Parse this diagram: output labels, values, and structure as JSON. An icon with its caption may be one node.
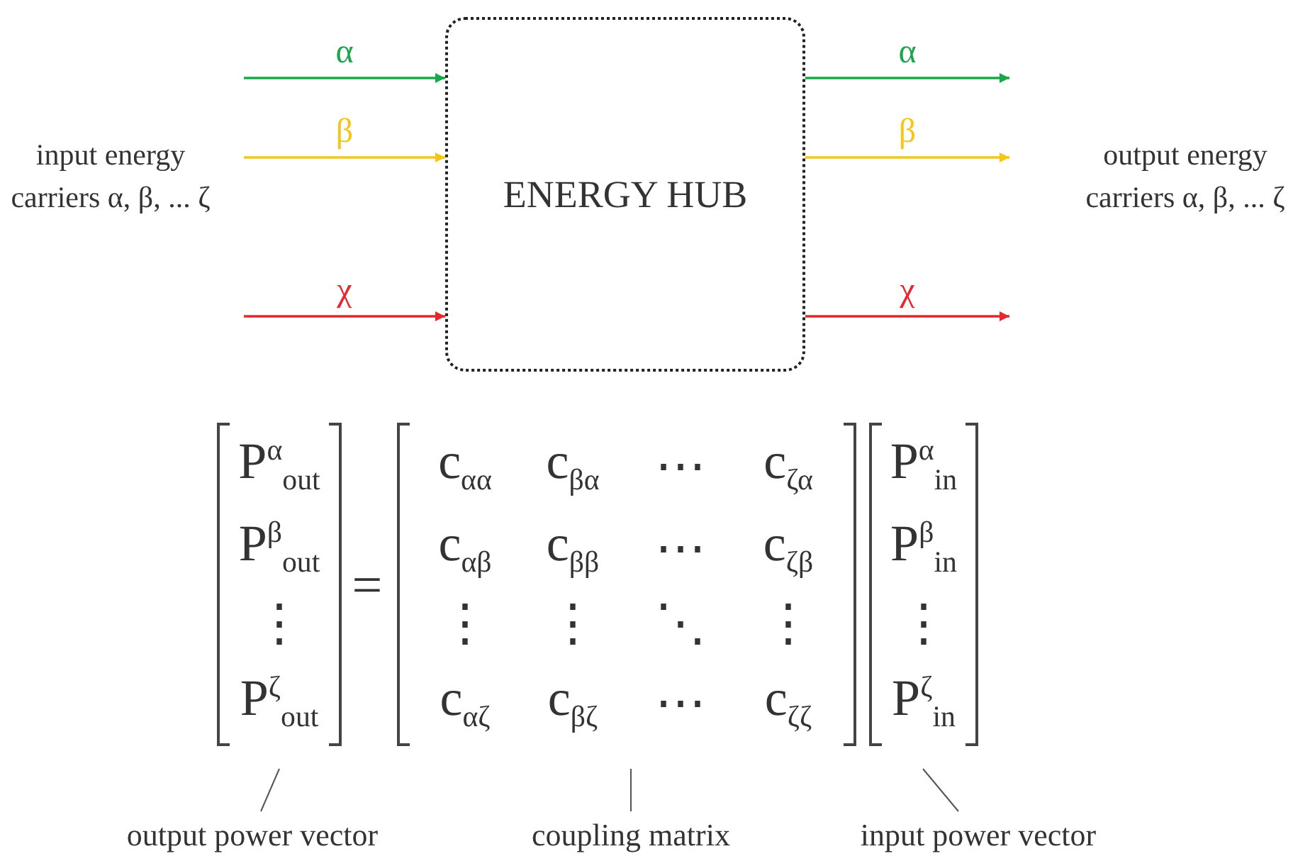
{
  "diagram": {
    "nodes": [
      {
        "text": [
          "ENERGY HUB"
        ]
      },
      {
        "text": [
          "P$^{α}$$_{out}$",
          "P$^{β}$$_{out}$",
          "⋮",
          "P$^{ζ}$$_{out}$"
        ]
      },
      {
        "text": [
          "c$_{αα}$",
          "c$_{βα}$",
          "⋯",
          "c$_{ζα}$",
          "c$_{αβ}$",
          "c$_{ββ}$",
          "⋯",
          "c$_{ζβ}$",
          "⋮",
          "⋮",
          "⋱",
          "⋮",
          "c$_{αζ}$",
          "c$_{βζ}$",
          "⋯",
          "c$_{ζζ}$"
        ]
      },
      {
        "text": [
          "P$^{α}$$_{in}$",
          "P$^{β}$$_{in}$",
          "⋮",
          "P$^{ζ}$$_{in}$"
        ]
      },
      {
        "text": [
          "output power vector"
        ]
      },
      {
        "text": [
          "coupling matrix"
        ]
      },
      {
        "text": [
          "input power vector"
        ]
      }
    ],
    "edges": [
      {
        "from": null,
        "to": 0,
        "arrow": "to",
        "label": "α",
        "color": "#1aa64a"
      },
      {
        "from": null,
        "to": 0,
        "arrow": "to",
        "label": "β",
        "color": "#f5c518"
      },
      {
        "from": null,
        "to": 0,
        "arrow": "to",
        "label": "χ",
        "color": "#e8262e"
      },
      {
        "from": 0,
        "to": null,
        "arrow": "to",
        "label": "α",
        "color": "#1aa64a"
      },
      {
        "from": 0,
        "to": null,
        "arrow": "to",
        "label": "β",
        "color": "#f5c518"
      },
      {
        "from": 0,
        "to": null,
        "arrow": "to",
        "label": "χ",
        "color": "#e8262e"
      },
      {
        "from": 4,
        "to": 1,
        "arrow": "none",
        "color": "#555555"
      },
      {
        "from": 5,
        "to": 2,
        "arrow": "none",
        "color": "#555555"
      },
      {
        "from": 6,
        "to": 3,
        "arrow": "none",
        "color": "#555555"
      }
    ],
    "labels": [
      "input energy carriers α, β, ... ζ",
      "output energy carriers α, β, ... ζ",
      "="
    ]
  }
}
